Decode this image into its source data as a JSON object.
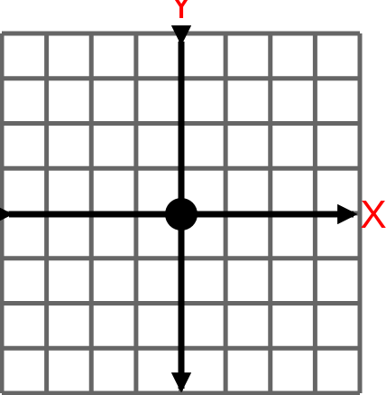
{
  "diagram": {
    "labels": {
      "x_axis": "X",
      "y_axis": "Y"
    },
    "grid": {
      "columns": 8,
      "rows": 8,
      "line_color": "#666666"
    },
    "axes": {
      "color": "#000000",
      "label_color": "#ff0000",
      "origin_dot": true
    }
  }
}
